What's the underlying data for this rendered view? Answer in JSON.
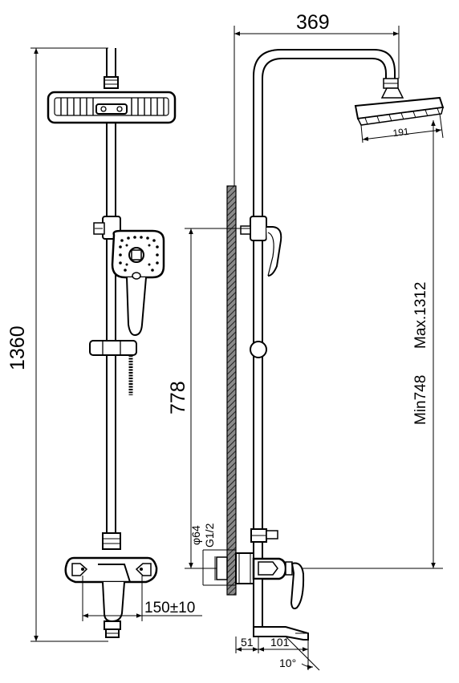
{
  "front_view": {
    "total_height": "1360",
    "arm_spacing": "150±10"
  },
  "side_view": {
    "arm_reach": "369",
    "head_diameter": "191",
    "slide_height": "778",
    "riser_range_min": "Min748",
    "riser_range_max": "Max.1312",
    "flange_diameter": "φ64",
    "thread_size": "G1/2",
    "wall_offset": "51",
    "spout_length": "101",
    "spout_angle": "10°"
  },
  "colors": {
    "line": "#000000",
    "wall_hatch": "#555555",
    "background": "#ffffff"
  }
}
